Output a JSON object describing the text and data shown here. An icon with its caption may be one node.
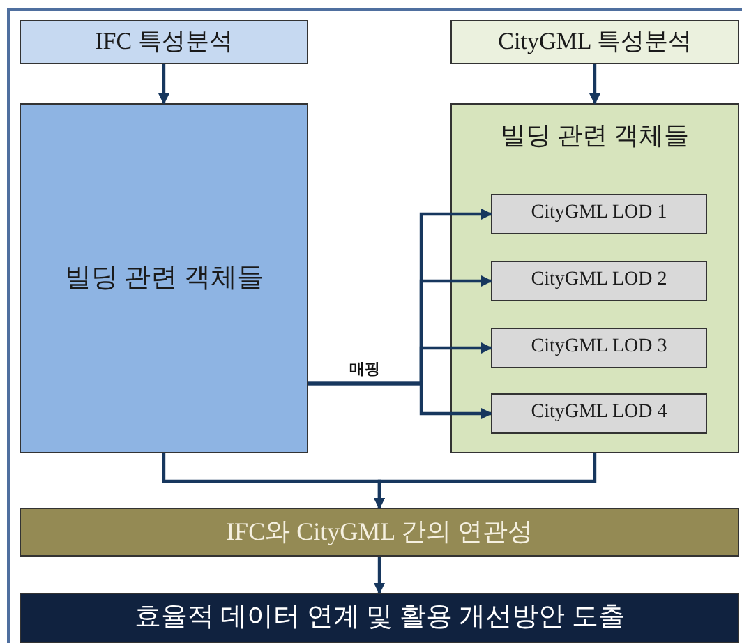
{
  "diagram": {
    "nodes": [
      {
        "text": [
          "IFC 특성분석"
        ]
      },
      {
        "text": [
          "CityGML 특성분석"
        ]
      },
      {
        "text": [
          "빌딩 관련 객체들"
        ]
      },
      {
        "text": [
          "빌딩 관련 객체들"
        ]
      },
      {
        "text": [
          "CityGML LOD 1"
        ],
        "in": 3
      },
      {
        "text": [
          "CityGML LOD 2"
        ],
        "in": 3
      },
      {
        "text": [
          "CityGML LOD 3"
        ],
        "in": 3
      },
      {
        "text": [
          "CityGML LOD 4"
        ],
        "in": 3
      },
      {
        "text": [
          "IFC와 CityGML 간의 연관성"
        ]
      },
      {
        "text": [
          "효율적 데이터 연계 및 활용 개선방안 도출"
        ]
      }
    ],
    "edges": [
      {
        "from": 0,
        "to": 2,
        "arrow": "to"
      },
      {
        "from": 1,
        "to": 3,
        "arrow": "to"
      },
      {
        "from": 2,
        "to": 4,
        "arrow": "to"
      },
      {
        "from": 2,
        "to": 5,
        "arrow": "to",
        "label": "매핑"
      },
      {
        "from": 2,
        "to": 6,
        "arrow": "to"
      },
      {
        "from": 2,
        "to": 7,
        "arrow": "to"
      },
      {
        "from": 2,
        "to": 8,
        "arrow": "to"
      },
      {
        "from": 3,
        "to": 8,
        "arrow": "to"
      },
      {
        "from": 8,
        "to": 9,
        "arrow": "to"
      }
    ]
  }
}
